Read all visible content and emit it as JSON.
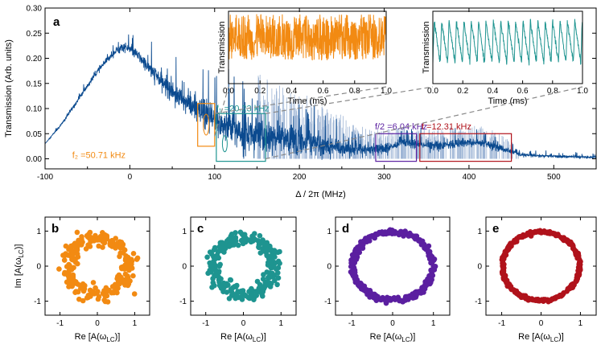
{
  "colors": {
    "trace": "#0b4a8f",
    "trace_light": "#9fb6d6",
    "orange": "#f28a12",
    "teal": "#1e9490",
    "purple": "#5b1fa0",
    "red": "#b0121b",
    "dash": "#888888",
    "axis": "#000000"
  },
  "chart_data": [
    {
      "panel": "a",
      "type": "line",
      "xlabel": "Δ / 2π (MHz)",
      "ylabel": "Transmission (Arb. units)",
      "xlim": [
        -100,
        550
      ],
      "ylim": [
        -0.02,
        0.3
      ],
      "xticks": [
        -100,
        0,
        100,
        200,
        300,
        400,
        500
      ],
      "yticks": [
        0.0,
        0.05,
        0.1,
        0.15,
        0.2,
        0.25,
        0.3
      ],
      "ytick_labels": [
        "0.00",
        "0.05",
        "0.10",
        "0.15",
        "0.20",
        "0.25",
        "0.30"
      ],
      "series": [
        {
          "x": [
            -100,
            -80,
            -60,
            -40,
            -20,
            -10,
            -5,
            0,
            10,
            20,
            40,
            60,
            80,
            100,
            120,
            140,
            160,
            180,
            200,
            220,
            240,
            260,
            280,
            300,
            320,
            340,
            360,
            380,
            400,
            420,
            440,
            460,
            480,
            500,
            520,
            550
          ],
          "y": [
            0.03,
            0.07,
            0.12,
            0.17,
            0.21,
            0.222,
            0.222,
            0.218,
            0.205,
            0.185,
            0.15,
            0.12,
            0.095,
            0.075,
            0.062,
            0.05,
            0.045,
            0.04,
            0.035,
            0.03,
            0.025,
            0.02,
            0.018,
            0.02,
            0.03,
            0.03,
            0.025,
            0.03,
            0.033,
            0.03,
            0.02,
            0.008,
            0.006,
            0.005,
            0.004,
            0.003
          ],
          "noise": [
            0,
            0.004,
            0.005,
            0.006,
            0.008,
            0.01,
            0.01,
            0.01,
            0.012,
            0.016,
            0.02,
            0.024,
            0.03,
            0.04,
            0.04,
            0.04,
            0.035,
            0.032,
            0.03,
            0.025,
            0.02,
            0.018,
            0.012,
            0.012,
            0.01,
            0.01,
            0.01,
            0.01,
            0.01,
            0.01,
            0.008,
            0.004,
            0.004,
            0.003,
            0.003,
            0.002
          ]
        }
      ],
      "regions": [
        {
          "x": [
            80,
            100
          ],
          "y": [
            0.025,
            0.11
          ],
          "color_key": "orange",
          "label": "f₂ =50.71 kHz"
        },
        {
          "x": [
            102,
            160
          ],
          "y": [
            -0.005,
            0.09
          ],
          "color_key": "teal",
          "label": "f₁ =20.23 kHz"
        },
        {
          "x": [
            290,
            338
          ],
          "y": [
            -0.005,
            0.05
          ],
          "color_key": "purple",
          "label": "f/2 =6.04 kHz"
        },
        {
          "x": [
            342,
            450
          ],
          "y": [
            -0.005,
            0.05
          ],
          "color_key": "red",
          "label": "f =12.31 kHz"
        }
      ]
    },
    {
      "panel": "inset-left",
      "type": "line",
      "xlabel": "Time (ms)",
      "ylabel": "Transmission",
      "xlim": [
        0,
        1.0
      ],
      "xticks": [
        0.0,
        0.2,
        0.4,
        0.6,
        0.8,
        1.0
      ],
      "xtick_labels": [
        "0.0",
        "0.2",
        "0.4",
        "0.6",
        "0.8",
        "1.0"
      ],
      "series": [
        {
          "color_key": "orange",
          "waveform": "chaotic",
          "frequency_khz": 50.71,
          "amplitude_range": [
            0.12,
            0.96
          ]
        }
      ]
    },
    {
      "panel": "inset-right",
      "type": "line",
      "xlabel": "Time (ms)",
      "ylabel": "Transmission",
      "xlim": [
        0,
        1.0
      ],
      "xticks": [
        0.0,
        0.2,
        0.4,
        0.6,
        0.8,
        1.0
      ],
      "xtick_labels": [
        "0.0",
        "0.2",
        "0.4",
        "0.6",
        "0.8",
        "1.0"
      ],
      "series": [
        {
          "color_key": "teal",
          "waveform": "sawtooth",
          "frequency_khz": 20.23,
          "amplitude_range": [
            0.2,
            0.92
          ]
        }
      ]
    },
    {
      "panel": "b",
      "type": "scatter",
      "xlabel": "Re [A(ωLC)]",
      "ylabel": "Im [A(ωLC)]",
      "xlim": [
        -1.4,
        1.4
      ],
      "ylim": [
        -1.4,
        1.4
      ],
      "xticks": [
        -1,
        0,
        1
      ],
      "yticks": [
        -1,
        0,
        1
      ],
      "color_key": "orange",
      "ring": {
        "radius": 0.8,
        "spread": 0.22,
        "points": 260
      }
    },
    {
      "panel": "c",
      "type": "scatter",
      "xlabel": "Re [A(ωLC)]",
      "ylabel": "",
      "xlim": [
        -1.4,
        1.4
      ],
      "ylim": [
        -1.4,
        1.4
      ],
      "xticks": [
        -1,
        0,
        1
      ],
      "yticks": [
        -1,
        0,
        1
      ],
      "color_key": "teal",
      "ring": {
        "radius": 0.8,
        "spread": 0.2,
        "points": 260
      }
    },
    {
      "panel": "d",
      "type": "scatter",
      "xlabel": "Re [A(ωLC)]",
      "ylabel": "",
      "xlim": [
        -1.4,
        1.4
      ],
      "ylim": [
        -1.4,
        1.4
      ],
      "xticks": [
        -1,
        0,
        1
      ],
      "yticks": [
        -1,
        0,
        1
      ],
      "color_key": "purple",
      "ring": {
        "radius": 0.98,
        "spread": 0.07,
        "points": 320
      }
    },
    {
      "panel": "e",
      "type": "scatter",
      "xlabel": "Re [A(ωLC)]",
      "ylabel": "",
      "xlim": [
        -1.4,
        1.4
      ],
      "ylim": [
        -1.4,
        1.4
      ],
      "xticks": [
        -1,
        0,
        1
      ],
      "yticks": [
        -1,
        0,
        1
      ],
      "color_key": "red",
      "ring": {
        "radius": 0.98,
        "spread": 0.035,
        "points": 340
      }
    }
  ]
}
